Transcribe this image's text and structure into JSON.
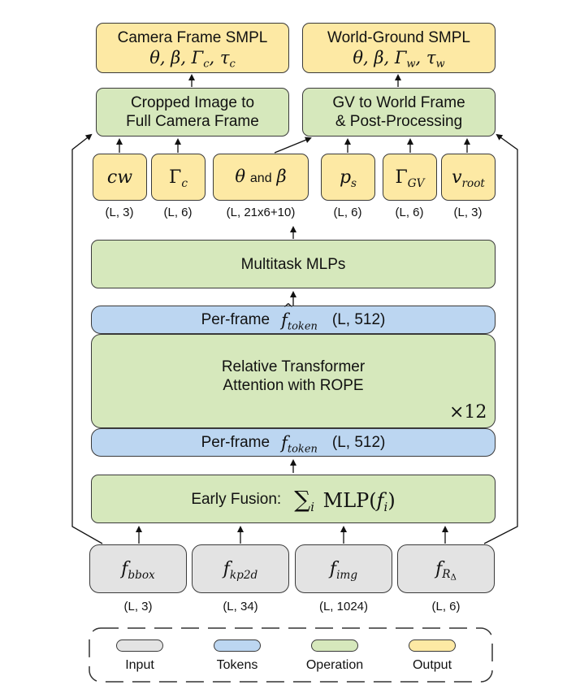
{
  "outputs": {
    "camera_title": "Camera Frame SMPL",
    "camera_params": "θ, β, Γ",
    "camera_params_sub1": "c",
    "camera_params_mid": ", τ",
    "camera_params_sub2": "c",
    "world_title": "World-Ground SMPL",
    "world_params": "θ, β, Γ",
    "world_params_sub1": "w",
    "world_params_mid": ", τ",
    "world_params_sub2": "w"
  },
  "post": {
    "cropped_line1": "Cropped Image to",
    "cropped_line2": "Full Camera Frame",
    "gv_line1": "GV to World Frame",
    "gv_line2": "& Post-Processing"
  },
  "heads": [
    {
      "sym": "cw",
      "sub": "",
      "dim": "(L, 3)"
    },
    {
      "sym": "Γ",
      "sub": "c",
      "dim": "(L, 6)"
    },
    {
      "sym": "θ",
      "mid": "and",
      "sym2": "β",
      "dim": "(L, 21x6+10)"
    },
    {
      "sym": "p",
      "sub": "s",
      "dim": "(L, 6)"
    },
    {
      "sym": "Γ",
      "sub": "GV",
      "dim": "(L, 6)"
    },
    {
      "sym": "v",
      "sub": "root",
      "dim": "(L, 3)"
    }
  ],
  "mlp": {
    "label": "Multitask MLPs"
  },
  "token_top": {
    "prefix": "Per-frame",
    "sym": "f",
    "sub": "token",
    "hat": "^",
    "dim": "(L, 512)"
  },
  "transformer": {
    "line1": "Relative Transformer",
    "line2": "Attention with ROPE",
    "repeat": "×12"
  },
  "token_bottom": {
    "prefix": "Per-frame",
    "sym": "f",
    "sub": "token",
    "dim": "(L, 512)"
  },
  "fusion": {
    "prefix": "Early Fusion:",
    "sum": "∑",
    "sum_sub": "i",
    "mlp": "MLP(",
    "sym": "f",
    "sub": "i",
    "close": ")"
  },
  "inputs": [
    {
      "sym": "f",
      "sub": "bbox",
      "dim": "(L, 3)"
    },
    {
      "sym": "f",
      "sub": "kp2d",
      "dim": "(L, 34)"
    },
    {
      "sym": "f",
      "sub": "img",
      "dim": "(L, 1024)"
    },
    {
      "sym": "f",
      "sub": "R",
      "subsub": "Δ",
      "dim": "(L, 6)"
    }
  ],
  "legend": {
    "items": [
      {
        "label": "Input",
        "color": "#e3e3e3"
      },
      {
        "label": "Tokens",
        "color": "#bcd6f1"
      },
      {
        "label": "Operation",
        "color": "#d6e8bc"
      },
      {
        "label": "Output",
        "color": "#fde9a4"
      }
    ]
  }
}
